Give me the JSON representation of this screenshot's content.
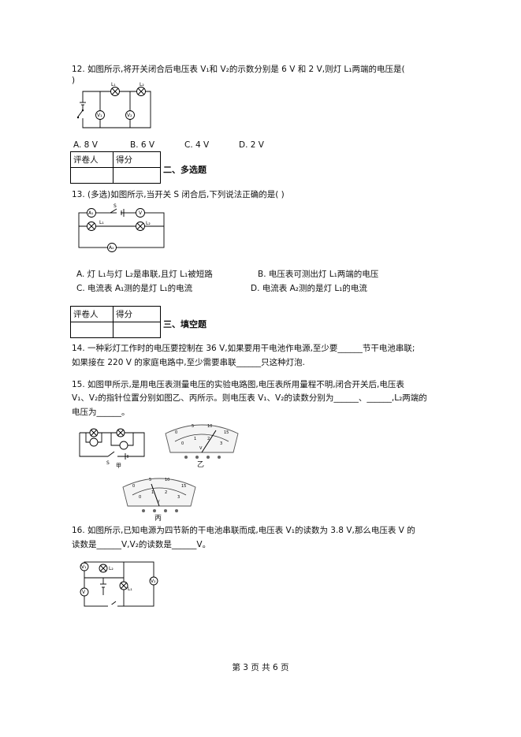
{
  "q12": {
    "stem": "12. 如图所示,将开关闭合后电压表 V₁和 V₂的示数分别是 6 V 和 2 V,则灯 L₁两端的电压是(",
    "stem_cont": ")",
    "fig_labels": [
      "L₁",
      "L₂",
      "V₁",
      "V₂"
    ],
    "options": [
      "A. 8 V",
      "B. 6 V",
      "C. 4 V",
      "D. 2 V"
    ]
  },
  "score_box": {
    "reviewer": "评卷人",
    "score": "得分"
  },
  "section2": "二、多选题",
  "q13": {
    "stem": "13. (多选)如图所示,当开关 S 闭合后,下列说法正确的是(      )",
    "fig_labels": [
      "A₁",
      "S",
      "V",
      "L₁",
      "L₂",
      "A₂"
    ],
    "opt_a": "A. 灯 L₁与灯 L₂是串联,且灯 L₁被短路",
    "opt_b": "B. 电压表可测出灯 L₁两端的电压",
    "opt_c": "C. 电流表 A₁测的是灯 L₁的电流",
    "opt_d": "D. 电流表 A₂测的是灯 L₁的电流"
  },
  "section3": "三、填空题",
  "q14": {
    "line1": "14. 一种彩灯工作时的电压要控制在 36 V,如果要用干电池作电源,至少要______节干电池串联;",
    "line2": "如果接在 220 V 的家庭电路中,至少需要串联______只这种灯泡."
  },
  "q15": {
    "line1": "15. 如图甲所示,是用电压表测量电压的实验电路图,电压表所用量程不明,闭合开关后,电压表",
    "line2": "V₁、V₂的指针位置分别如图乙、丙所示。则电压表 V₁、V₂的读数分别为______、______,L₂两端的",
    "line3": "电压为______。",
    "fig_labels": [
      "S",
      "甲",
      "乙",
      "丙"
    ],
    "meter_ticks_top": [
      "0",
      "5",
      "10",
      "15"
    ],
    "meter_ticks_bottom": [
      "0",
      "1",
      "2",
      "3"
    ],
    "meter_unit": "V"
  },
  "q16": {
    "line1": "16. 如图所示,已知电源为四节新的干电池串联而成,电压表 V₁的读数为 3.8 V,那么电压表 V 的",
    "line2": "读数是______V,V₂的读数是______V。",
    "fig_labels": [
      "V₁",
      "L₂",
      "V",
      "L₁",
      "V₂"
    ]
  },
  "footer": "第 3 页    共 6 页"
}
